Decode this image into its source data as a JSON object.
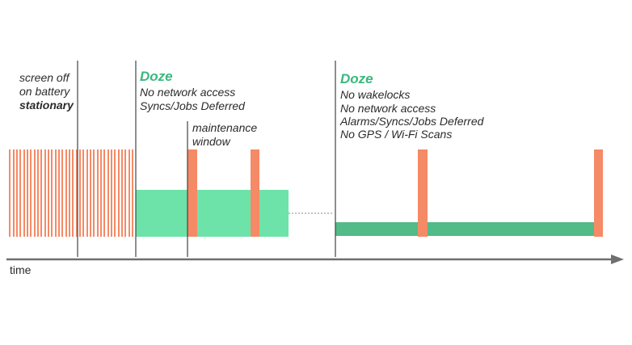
{
  "colors": {
    "activity": "#f58a66",
    "doze_light": "#6de3a9",
    "doze_deep": "#52bb87",
    "doze_title": "#3bb77e",
    "axis": "#6f6f6f",
    "text": "#2b2b2b"
  },
  "labels": {
    "screen_off_line1": "screen off",
    "screen_off_line2": "on battery",
    "screen_off_line3": "stationary",
    "doze1_title": "Doze",
    "doze1_line1": "No network access",
    "doze1_line2": "Syncs/Jobs Deferred",
    "maintenance_line1": "maintenance",
    "maintenance_line2": "window",
    "doze2_title": "Doze",
    "doze2_line1": "No wakelocks",
    "doze2_line2": "No network access",
    "doze2_line3": "Alarms/Syncs/Jobs Deferred",
    "doze2_line4": "No GPS / Wi-Fi Scans",
    "time_axis": "time"
  }
}
